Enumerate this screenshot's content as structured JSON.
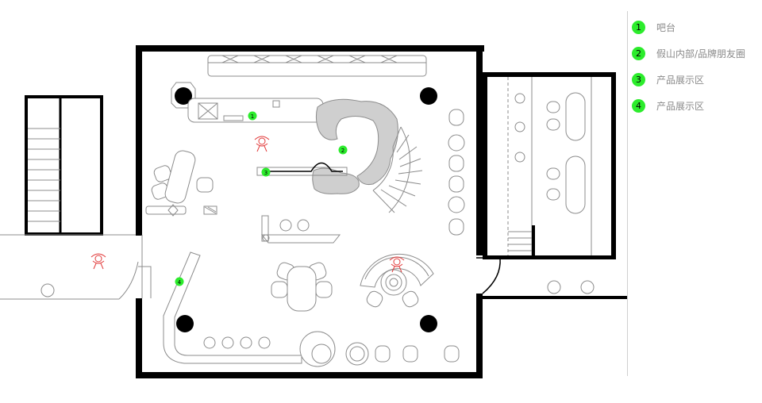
{
  "legend": {
    "marker_color": "#2cec2c",
    "items": [
      {
        "number": "1",
        "label": "吧台"
      },
      {
        "number": "2",
        "label": "假山内部/品牌朋友圈"
      },
      {
        "number": "3",
        "label": "产品展示区"
      },
      {
        "number": "4",
        "label": "产品展示区"
      }
    ]
  },
  "plan": {
    "markers": [
      "1",
      "2",
      "3",
      "4"
    ],
    "wall_color": "#000000",
    "line_color": "#8c8c8c",
    "rock_color": "#cfcfcf",
    "figure_color": "#e23c3c"
  }
}
